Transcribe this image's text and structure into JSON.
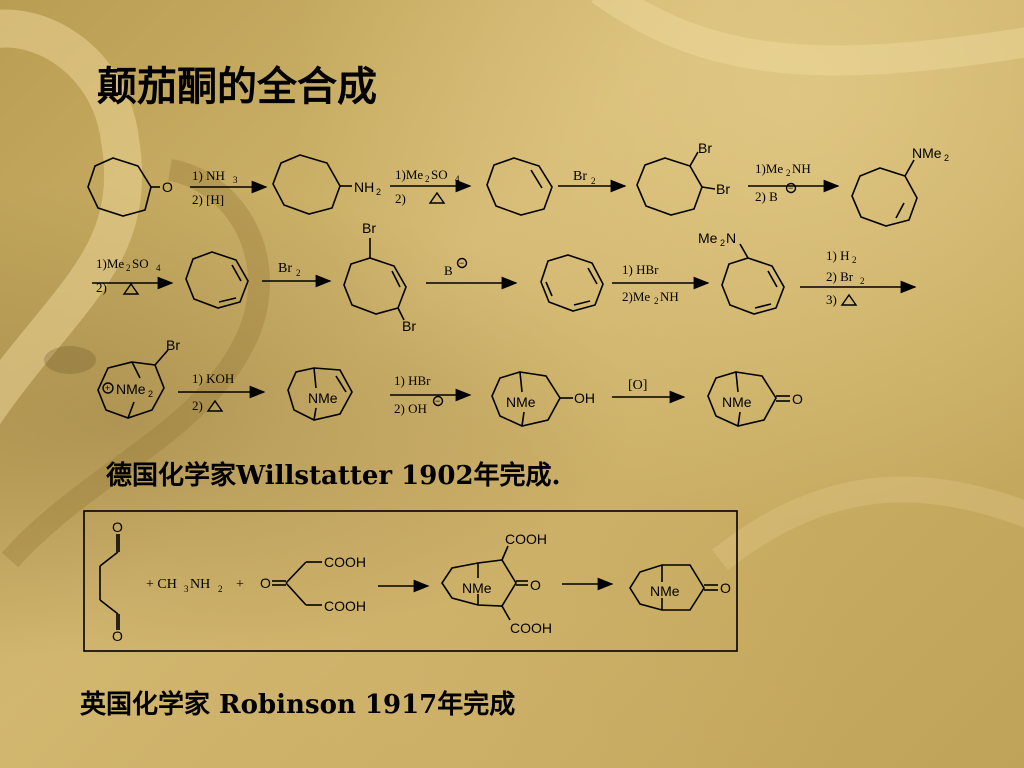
{
  "title": "颠茄酮的全合成",
  "willstatter_caption": "德国化学家Willstatter 1902年完成.",
  "robinson_caption": "英国化学家 Robinson 1917年完成",
  "labels": {
    "O": "O",
    "Br": "Br",
    "NH2": "NH",
    "sub2": "2",
    "NMe2": "NMe",
    "Me2N": "Me",
    "N": "N",
    "NMe": "NMe",
    "OH": "OH",
    "COOH": "COOH",
    "plus_circle": "+",
    "minus_circle": "−"
  },
  "row1": {
    "s1a": "1) NH",
    "s1a_sub": "3",
    "s1b": "2) [H]",
    "s2a": "1)Me",
    "s2a_sub": "2",
    "s2a_tail": "SO",
    "s2a_sub2": "4",
    "s2b": "2)",
    "s3": "Br",
    "s3_sub": "2",
    "s4a": "1)Me",
    "s4a_sub": "2",
    "s4a_tail": "NH",
    "s4b": "2) B"
  },
  "row2": {
    "s1a": "1)Me",
    "s1a_sub": "2",
    "s1a_tail": "SO",
    "s1a_sub2": "4",
    "s1b": "2)",
    "s2": "Br",
    "s2_sub": "2",
    "s3": "B",
    "s4a": "1) HBr",
    "s4b": "2)Me",
    "s4b_sub": "2",
    "s4b_tail": "NH",
    "s5a": "1) H",
    "s5a_sub": "2",
    "s5b": "2) Br",
    "s5b_sub": "2",
    "s5c": "3)"
  },
  "row3": {
    "s1a": "1) KOH",
    "s1b": "2)",
    "s2a": "1) HBr",
    "s2b": "2) OH",
    "s3": "[O]"
  },
  "robinson": {
    "reagent": "+ CH",
    "reagent_sub": "3",
    "reagent_tail": "NH",
    "reagent_sub2": "2",
    "plus": "+"
  }
}
